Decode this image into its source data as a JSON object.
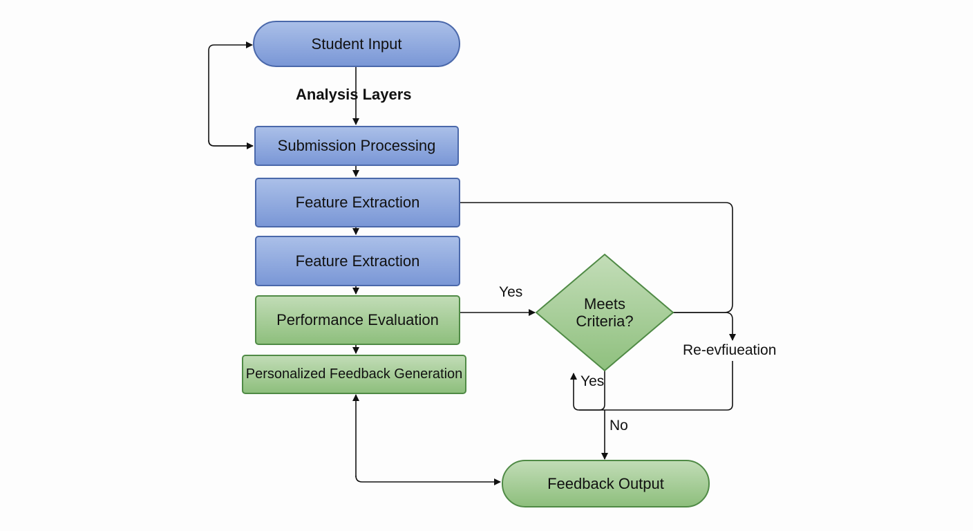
{
  "nodes": {
    "student_input": "Student Input",
    "submission_processing": "Submission Processing",
    "feature_extraction_1": "Feature Extraction",
    "feature_extraction_2": "Feature Extraction",
    "performance_evaluation": "Performance Evaluation",
    "personalized_feedback": "Personalized Feedback Generation",
    "decision": "Meets\nCriteria?",
    "feedback_output": "Feedback Output"
  },
  "labels": {
    "analysis_layers": "Analysis Layers",
    "yes_top": "Yes",
    "yes_bottom": "Yes",
    "no": "No",
    "reevaluation": "Re-evfiueation"
  },
  "colors": {
    "process_blue": "#7a97d6",
    "process_green": "#8ebf7d",
    "connector": "#111111"
  }
}
